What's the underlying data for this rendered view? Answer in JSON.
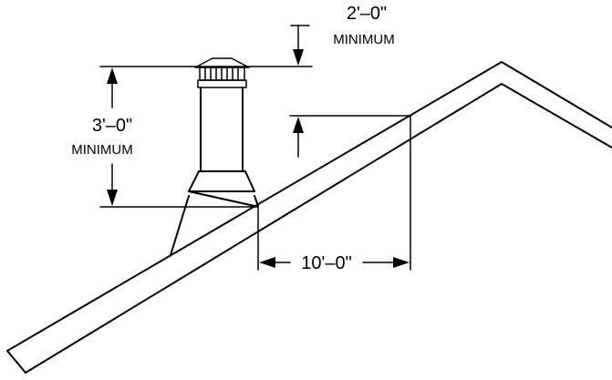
{
  "dimensions": {
    "cap_clearance": {
      "value": "2'–0\"",
      "note": "MINIMUM"
    },
    "chimney_height": {
      "value": "3'–0\"",
      "note": "MINIMUM"
    },
    "horizontal_distance": {
      "value": "10'–0\""
    }
  },
  "colors": {
    "ink": "#000000",
    "background": "#ffffff"
  }
}
